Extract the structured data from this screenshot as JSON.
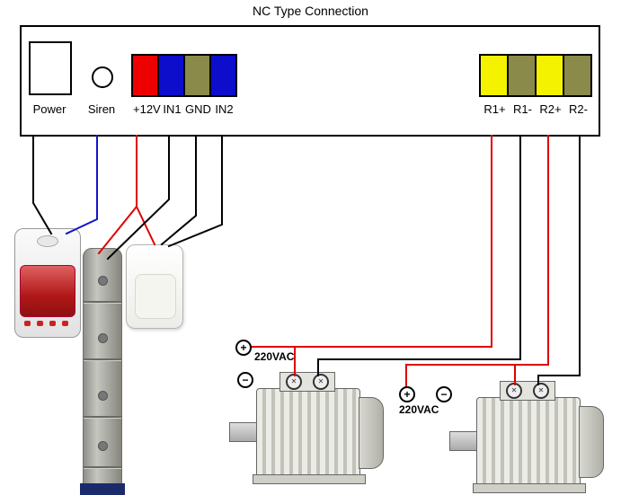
{
  "title": "NC Type Connection",
  "panel": {
    "power_label": "Power",
    "siren_label": "Siren",
    "inputs": [
      {
        "label": "+12V",
        "color": "#ee0000"
      },
      {
        "label": "IN1",
        "color": "#0d0dcc"
      },
      {
        "label": "GND",
        "color": "#8a8a4a"
      },
      {
        "label": "IN2",
        "color": "#0d0dcc"
      }
    ],
    "relays": [
      {
        "label": "R1+",
        "color": "#f5f200"
      },
      {
        "label": "R1-",
        "color": "#8a8a4a"
      },
      {
        "label": "R2+",
        "color": "#f5f200"
      },
      {
        "label": "R2-",
        "color": "#8a8a4a"
      }
    ]
  },
  "supply": {
    "motor1": {
      "voltage": "220VAC",
      "plus": "+",
      "minus": "−"
    },
    "motor2": {
      "voltage": "220VAC",
      "plus": "+",
      "minus": "−"
    }
  },
  "symbols": {
    "screw": "✕"
  },
  "colors": {
    "wire_live": "#e00000",
    "wire_neutral": "#000000",
    "wire_power": "#000000",
    "wire_siren": "#1515cc"
  }
}
